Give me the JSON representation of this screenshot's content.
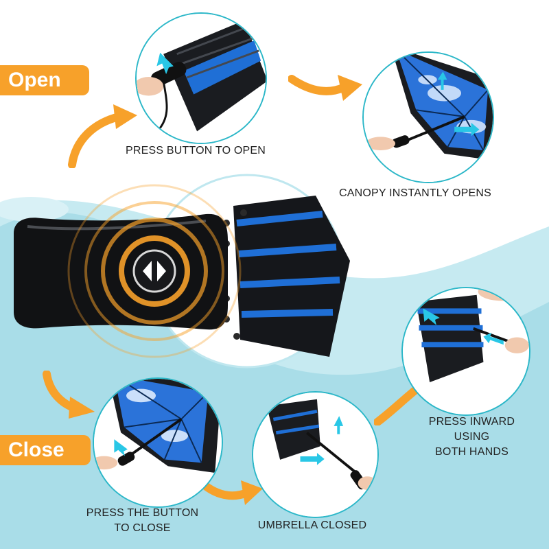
{
  "labels": {
    "open": "Open",
    "close": "Close"
  },
  "captions": {
    "press_button_open": "PRESS BUTTON  TO OPEN",
    "canopy_opens": "CANOPY INSTANTLY OPENS",
    "press_inward_1": "PRESS INWARD",
    "press_inward_2": "USING",
    "press_inward_3": "BOTH HANDS",
    "press_button_close_1": "PRESS THE BUTTON",
    "press_button_close_2": "TO CLOSE",
    "umbrella_closed": "UMBRELLA CLOSED"
  },
  "colors": {
    "accent_orange": "#f7a12a",
    "ring_teal": "#2bb7c8",
    "wave_blue": "#bfe7ef",
    "canopy_blue": "#1f6fd6",
    "canopy_black": "#1a1c20"
  },
  "icons": {
    "button_symbol": "double-arrow-icon",
    "direction_arrows": "cyan-arrow-icon"
  }
}
